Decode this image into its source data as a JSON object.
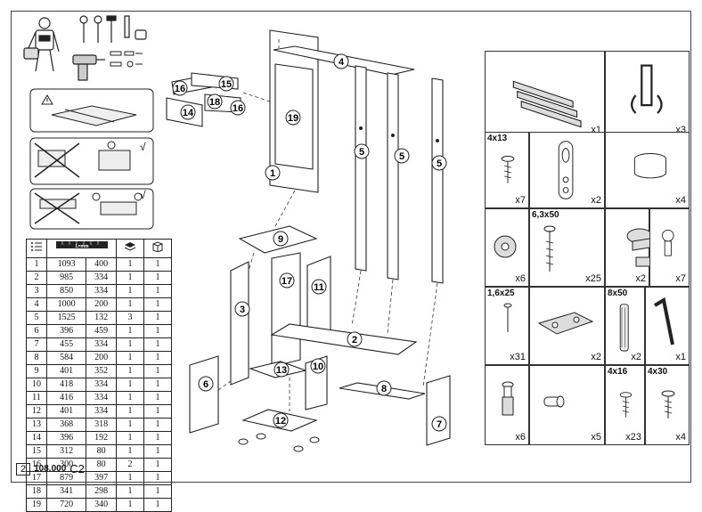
{
  "footer": {
    "page": "2",
    "code": "108.000",
    "model": "C2"
  },
  "parts_table": {
    "header_icons": [
      "part-number-icon",
      "dimension-ruler-icon",
      "layers-icon",
      "box-icon"
    ],
    "ruler_label": "L=mm",
    "rows": [
      [
        "1",
        "1093",
        "400",
        "1",
        "1"
      ],
      [
        "2",
        "985",
        "334",
        "1",
        "1"
      ],
      [
        "3",
        "850",
        "334",
        "1",
        "1"
      ],
      [
        "4",
        "1000",
        "200",
        "1",
        "1"
      ],
      [
        "5",
        "1525",
        "132",
        "3",
        "1"
      ],
      [
        "6",
        "396",
        "459",
        "1",
        "1"
      ],
      [
        "7",
        "455",
        "334",
        "1",
        "1"
      ],
      [
        "8",
        "584",
        "200",
        "1",
        "1"
      ],
      [
        "9",
        "401",
        "352",
        "1",
        "1"
      ],
      [
        "10",
        "418",
        "334",
        "1",
        "1"
      ],
      [
        "11",
        "416",
        "334",
        "1",
        "1"
      ],
      [
        "12",
        "401",
        "334",
        "1",
        "1"
      ],
      [
        "13",
        "368",
        "318",
        "1",
        "1"
      ],
      [
        "14",
        "396",
        "192",
        "1",
        "1"
      ],
      [
        "15",
        "312",
        "80",
        "1",
        "1"
      ],
      [
        "16",
        "300",
        "80",
        "2",
        "1"
      ],
      [
        "17",
        "879",
        "397",
        "1",
        "1"
      ],
      [
        "18",
        "341",
        "298",
        "1",
        "1"
      ],
      [
        "19",
        "720",
        "340",
        "1",
        "1"
      ]
    ]
  },
  "hardware": [
    {
      "id": "drawer-slides",
      "header": "",
      "qty": "x1",
      "icon": "drawer-slide-icon"
    },
    {
      "id": "coat-hook",
      "header": "",
      "qty": "x3",
      "icon": "coat-hook-icon"
    },
    {
      "id": "screw-4x13",
      "header": "4x13",
      "qty": "x7",
      "icon": "screw-icon"
    },
    {
      "id": "hanging-bracket",
      "header": "",
      "qty": "x2",
      "icon": "hanging-bracket-icon"
    },
    {
      "id": "furniture-foot",
      "header": "",
      "qty": "x4",
      "icon": "foot-icon"
    },
    {
      "id": "cam-lock",
      "header": "",
      "qty": "x6",
      "icon": "cam-lock-icon"
    },
    {
      "id": "screw-6-3x50",
      "header": "6,3x50",
      "qty": "x25",
      "icon": "long-screw-icon"
    },
    {
      "id": "hinge",
      "header": "",
      "qty": "x2",
      "icon": "hinge-icon"
    },
    {
      "id": "shelf-pin",
      "header": "",
      "qty": "x7",
      "icon": "shelf-pin-icon"
    },
    {
      "id": "nail-1-6x25",
      "header": "1,6x25",
      "qty": "x31",
      "icon": "nail-icon"
    },
    {
      "id": "connector-plate",
      "header": "",
      "qty": "x2",
      "icon": "plate-icon"
    },
    {
      "id": "dowel-8x50",
      "header": "8x50",
      "qty": "x2",
      "icon": "dowel-icon"
    },
    {
      "id": "allen-key",
      "header": "",
      "qty": "x1",
      "icon": "allen-key-icon"
    },
    {
      "id": "cam-bolt",
      "header": "",
      "qty": "x6",
      "icon": "cam-bolt-icon"
    },
    {
      "id": "pin",
      "header": "",
      "qty": "x5",
      "icon": "pin-icon"
    },
    {
      "id": "screw-4x16",
      "header": "4x16",
      "qty": "x23",
      "icon": "screw-icon"
    },
    {
      "id": "screw-4x30",
      "header": "4x30",
      "qty": "x4",
      "icon": "screw-icon"
    }
  ],
  "part_labels": {
    "p1": "1",
    "p2": "2",
    "p3": "3",
    "p4": "4",
    "p5a": "5",
    "p5b": "5",
    "p5c": "5",
    "p6": "6",
    "p7": "7",
    "p8": "8",
    "p9": "9",
    "p10": "10",
    "p11": "11",
    "p12": "12",
    "p13": "13",
    "p14": "14",
    "p15": "15",
    "p16a": "16",
    "p16b": "16",
    "p17": "17",
    "p18": "18",
    "p19": "19"
  },
  "warning_checks": [
    "√",
    "√"
  ]
}
